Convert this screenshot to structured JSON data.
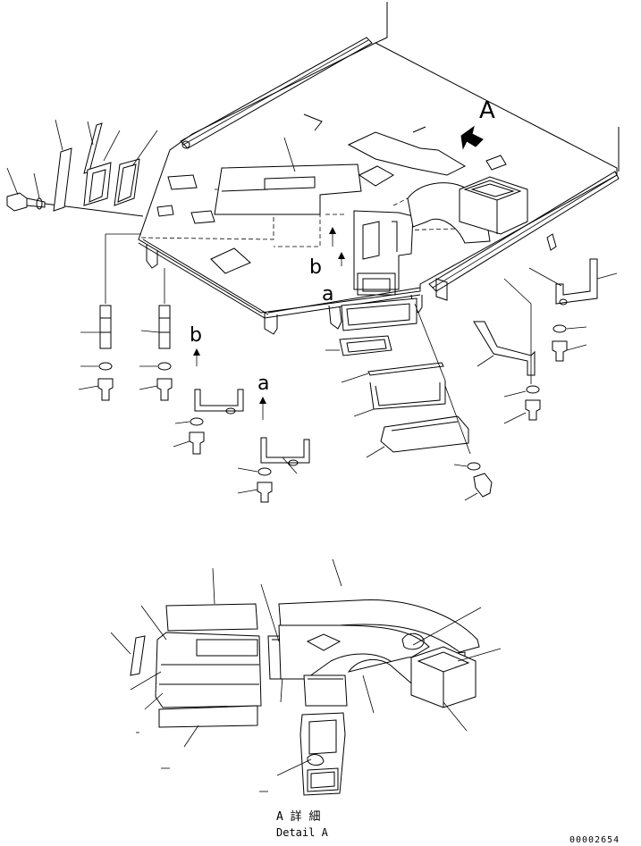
{
  "view_labels": {
    "A": "A",
    "a1": "a",
    "a2": "a",
    "b1": "b",
    "b2": "b"
  },
  "detail": {
    "title_jp": "A 詳 細",
    "title_en": "Detail A"
  },
  "doc_number": "00002654"
}
